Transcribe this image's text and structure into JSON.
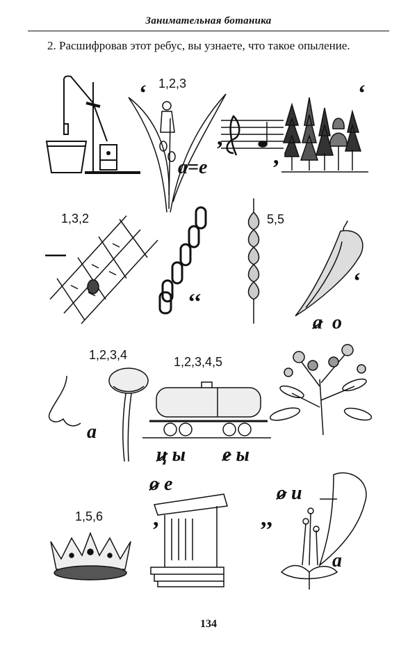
{
  "header": {
    "title": "Занимательная ботаника"
  },
  "task": {
    "text": "2. Расшифровав этот ребус, вы узнаете, что такое опыление."
  },
  "rebus": {
    "row1": {
      "lily_numbers": "1,2,3",
      "lily_swap": "а=е"
    },
    "row2": {
      "net_numbers": "1,3,2",
      "wheat_numbers": "5,5",
      "pepper_a": "а",
      "pepper_o": "о"
    },
    "row3": {
      "nose_a": "а",
      "mushroom_numbers": "1,2,3,4",
      "tank_numbers": "1,2,3,4,5",
      "tank_c": "ц",
      "tank_y1": "ы",
      "tank_e": "е",
      "tank_y2": "ы"
    },
    "row4": {
      "crown_numbers": "1,5,6",
      "porch_o": "о",
      "porch_e": "е",
      "flower_o": "о",
      "flower_i": "и",
      "flower_a": "а"
    }
  },
  "page_number": "134"
}
